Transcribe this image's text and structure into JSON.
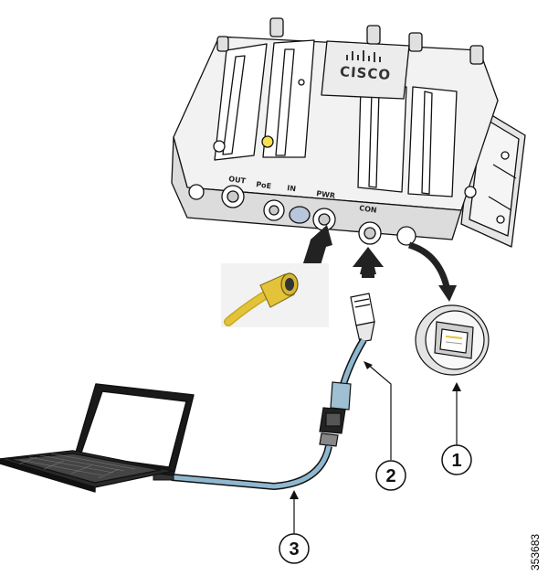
{
  "figure": {
    "figure_id": "353683",
    "brand_logo_text": "CISCO"
  },
  "ports": {
    "out": "OUT",
    "poe_in": "PoE",
    "in": "IN",
    "pwr": "PWR",
    "con": "CON"
  },
  "callouts": [
    {
      "number": "1"
    },
    {
      "number": "2"
    },
    {
      "number": "3"
    }
  ],
  "colors": {
    "line": "#111111",
    "device_body": "#f2f2f2",
    "device_shade": "#d8d8d8",
    "power_cable": "#e3c33a",
    "console_cable": "#8fb8cf",
    "screen": "#ffffff"
  },
  "icons": [
    "access-point-device",
    "power-connector-icon",
    "rj45-connector-icon",
    "laptop-icon",
    "port-cover-icon"
  ]
}
